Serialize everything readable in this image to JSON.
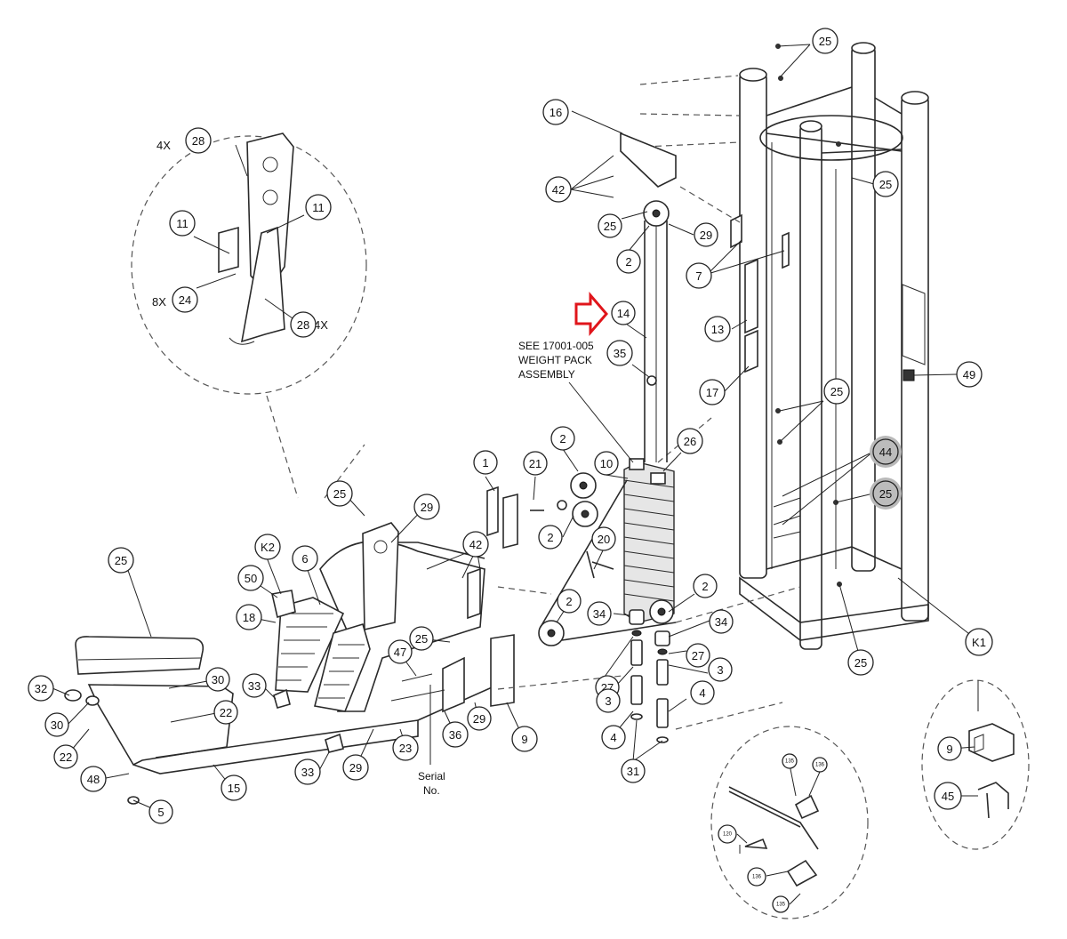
{
  "weight_pack_note": [
    "SEE 17001-005",
    "WEIGHT PACK",
    "ASSEMBLY"
  ],
  "serial_label": [
    "Serial",
    "No."
  ],
  "qty_labels": {
    "a": "4X",
    "b": "8X",
    "c": "4X"
  },
  "callouts": [
    {
      "label": "25"
    },
    {
      "label": "25"
    },
    {
      "label": "16"
    },
    {
      "label": "42"
    },
    {
      "label": "25"
    },
    {
      "label": "29"
    },
    {
      "label": "2"
    },
    {
      "label": "7"
    },
    {
      "label": "13"
    },
    {
      "label": "14"
    },
    {
      "label": "35"
    },
    {
      "label": "17"
    },
    {
      "label": "49"
    },
    {
      "label": "25"
    },
    {
      "label": "26"
    },
    {
      "label": "10"
    },
    {
      "label": "44"
    },
    {
      "label": "25"
    },
    {
      "label": "28"
    },
    {
      "label": "11"
    },
    {
      "label": "11"
    },
    {
      "label": "24"
    },
    {
      "label": "28"
    },
    {
      "label": "1"
    },
    {
      "label": "21"
    },
    {
      "label": "2"
    },
    {
      "label": "2"
    },
    {
      "label": "20"
    },
    {
      "label": "2"
    },
    {
      "label": "2"
    },
    {
      "label": "34"
    },
    {
      "label": "34"
    },
    {
      "label": "27"
    },
    {
      "label": "27"
    },
    {
      "label": "3"
    },
    {
      "label": "3"
    },
    {
      "label": "4"
    },
    {
      "label": "4"
    },
    {
      "label": "31"
    },
    {
      "label": "25"
    },
    {
      "label": "29"
    },
    {
      "label": "42"
    },
    {
      "label": "K2"
    },
    {
      "label": "6"
    },
    {
      "label": "50"
    },
    {
      "label": "25"
    },
    {
      "label": "18"
    },
    {
      "label": "25"
    },
    {
      "label": "47"
    },
    {
      "label": "30"
    },
    {
      "label": "22"
    },
    {
      "label": "33"
    },
    {
      "label": "32"
    },
    {
      "label": "30"
    },
    {
      "label": "22"
    },
    {
      "label": "29"
    },
    {
      "label": "9"
    },
    {
      "label": "36"
    },
    {
      "label": "23"
    },
    {
      "label": "29"
    },
    {
      "label": "33"
    },
    {
      "label": "15"
    },
    {
      "label": "48"
    },
    {
      "label": "5"
    },
    {
      "label": "25"
    },
    {
      "label": "K1"
    },
    {
      "label": "9"
    },
    {
      "label": "45"
    },
    {
      "label": "135"
    },
    {
      "label": "136"
    },
    {
      "label": "120"
    },
    {
      "label": "136"
    },
    {
      "label": "135"
    }
  ]
}
